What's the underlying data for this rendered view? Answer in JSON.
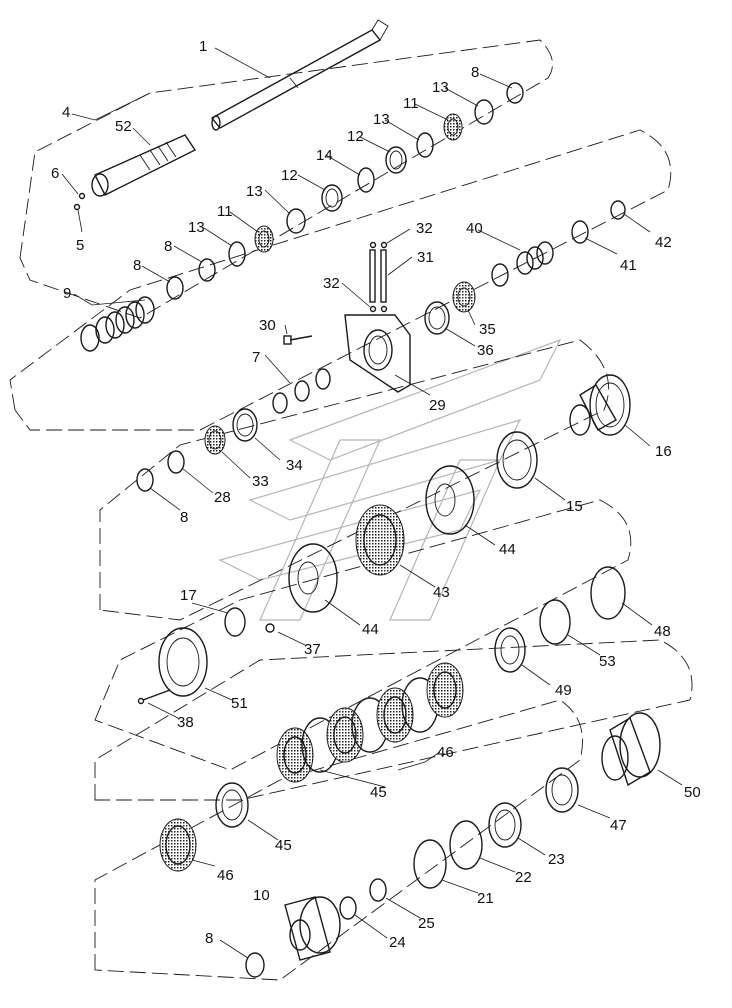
{
  "callouts": {
    "c1": "1",
    "c4": "4",
    "c52": "52",
    "c6": "6",
    "c5": "5",
    "c8a": "8",
    "c13a": "13",
    "c11a": "11",
    "c13b": "13",
    "c12a": "12",
    "c14": "14",
    "c12b": "12",
    "c13c": "13",
    "c11b": "11",
    "c13d": "13",
    "c8b": "8",
    "c8c": "8",
    "c9": "9",
    "c42": "42",
    "c41": "41",
    "c40": "40",
    "c32a": "32",
    "c31": "31",
    "c32b": "32",
    "c30": "30",
    "c35": "35",
    "c36": "36",
    "c7": "7",
    "c29": "29",
    "c16": "16",
    "c34": "34",
    "c33": "33",
    "c28": "28",
    "c8d": "8",
    "c15": "15",
    "c44a": "44",
    "c43": "43",
    "c44b": "44",
    "c17": "17",
    "c37": "37",
    "c48": "48",
    "c53": "53",
    "c51": "51",
    "c49": "49",
    "c38": "38",
    "c46a": "46",
    "c45a": "45",
    "c50": "50",
    "c45b": "45",
    "c47": "47",
    "c46b": "46",
    "c23": "23",
    "c22": "22",
    "c21": "21",
    "c10": "10",
    "c25": "25",
    "c24": "24",
    "c8e": "8"
  },
  "icons": {
    "watermark": "brand-logo-watermark-icon"
  }
}
